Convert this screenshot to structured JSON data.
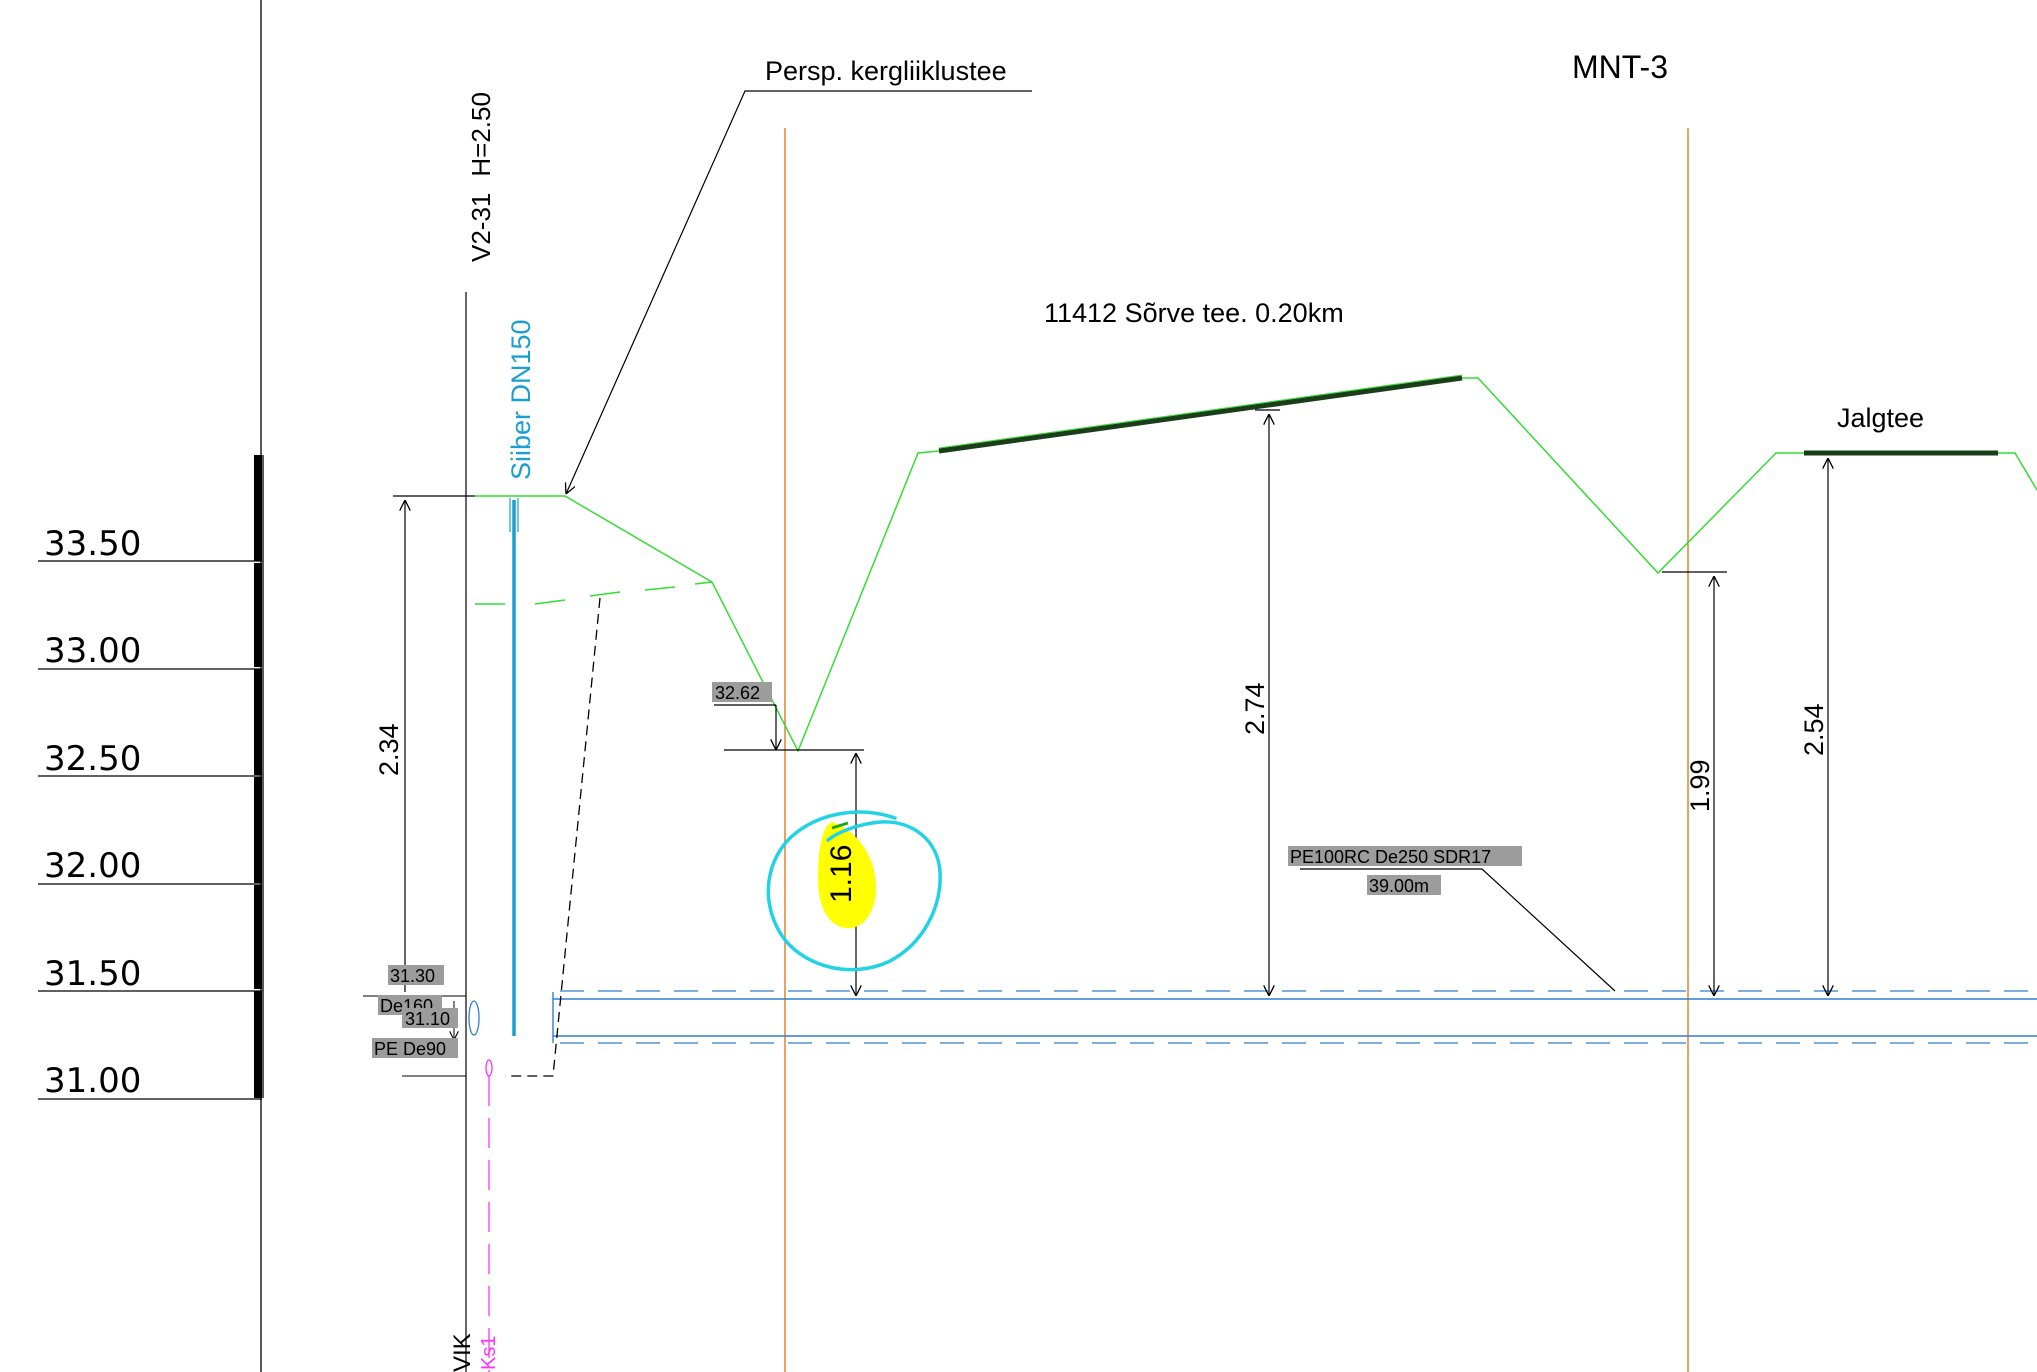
{
  "elevation_scale": {
    "labels": [
      "33.50",
      "33.00",
      "32.50",
      "32.00",
      "31.50",
      "31.00"
    ]
  },
  "well": {
    "name": "V2-31",
    "height": "H=2.50",
    "valve": "Siiber DN150",
    "depth": "2.34",
    "bottom_elev": "31.30",
    "pipe_de160": "De160",
    "pipe_elev": "31.10",
    "pipe_pe90": "PE De90",
    "vik": "VIK",
    "ks1": "Ks1"
  },
  "annotations": {
    "bikeway": "Persp. kergliiklustee",
    "road_name": "11412 Sõrve tee. 0.20km",
    "mnt3": "MNT-3",
    "footway": "Jalgtee",
    "ditch_elev": "32.62",
    "pipe_spec": "PE100RC De250 SDR17",
    "pipe_length": "39.00m"
  },
  "depths": {
    "ditch_depth": "1.16",
    "road_depth": "2.74",
    "mnt_ditch_depth": "1.99",
    "footway_depth": "2.54"
  },
  "colors": {
    "ground_line": "#33dd33",
    "road_surface": "#1a3d1a",
    "pipe": "#2f7fd0",
    "valve": "#1a9fd0",
    "orange_guide": "#e07a1f",
    "markup_circle": "#22d3e6",
    "highlight": "#ffff00",
    "magenta": "#ff33ff",
    "tag_gray": "#9c9c9c"
  }
}
